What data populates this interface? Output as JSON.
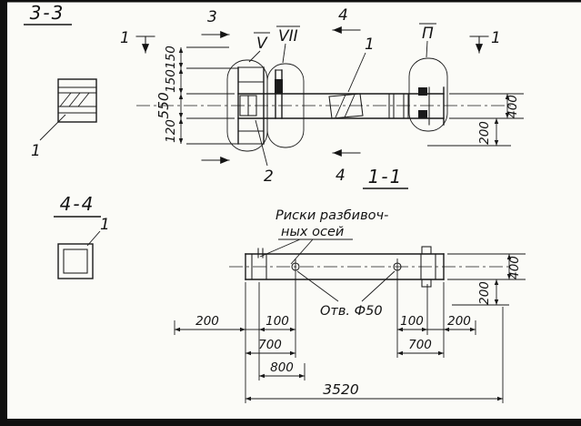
{
  "section33": {
    "title": "3-3",
    "leader1": "1"
  },
  "section44": {
    "title": "4-4",
    "leader1": "1"
  },
  "elevation": {
    "cut1_left": "1",
    "cut1_right": "1",
    "cut3_top": "3",
    "cut4_top": "4",
    "cut4_bottom": "4",
    "node_v": "V",
    "node_vii": "VII",
    "node_p": "П",
    "item1_leader": "1",
    "item2_leader": "2",
    "dim_150a": "150",
    "dim_150b": "150",
    "dim_550": "550",
    "dim_120": "120",
    "dim_400": "400",
    "dim_200": "200"
  },
  "section11": {
    "title": "1-1",
    "note_line1": "Риски разбивоч-",
    "note_line2": "ных осей",
    "hole_note": "Отв. Ф50",
    "dim_400": "400",
    "dim_200": "200",
    "dim_left_200": "200",
    "dim_left_100": "100",
    "dim_left_700": "700",
    "dim_800": "800",
    "dim_right_100": "100",
    "dim_right_200": "200",
    "dim_right_700": "700",
    "dim_total": "3520"
  }
}
